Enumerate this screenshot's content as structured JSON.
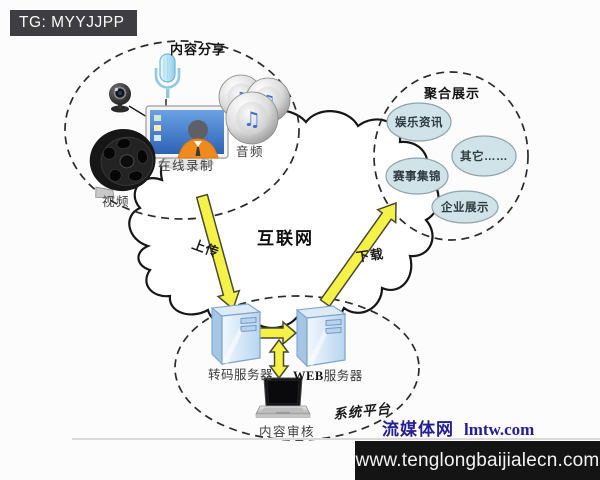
{
  "watermark": {
    "top_bar_text": "TG: MYYJJPP"
  },
  "content_share": {
    "label": "内容分享",
    "online_recording": "在线录制",
    "video": "视频",
    "audio": "音频"
  },
  "internet": {
    "label": "互联网",
    "upload": "上传",
    "download": "下载"
  },
  "aggregate": {
    "label": "聚合展示",
    "bubbles": [
      "娱乐资讯",
      "其它……",
      "赛事集锦",
      "企业展示"
    ]
  },
  "platform": {
    "label": "系统平台",
    "transcode_server": "转码服务器",
    "web_server_en": "WEB",
    "web_server_cn": "服务器",
    "content_review": "内容审核"
  },
  "footer": {
    "brand": "流媒体网",
    "brand_domain": "lmtw.com",
    "url_bar": "www.tenglongbaijialecn.com"
  },
  "icons": [
    "webcam-icon",
    "microphone-icon",
    "monitor-avatar-icon",
    "film-reel-icon",
    "audio-discs-icon",
    "server-icon",
    "laptop-icon",
    "internet-cloud",
    "upload-arrow-icon",
    "download-arrow-icon",
    "transfer-arrow-icon",
    "sync-arrow-icon"
  ],
  "colors": {
    "arrow_yellow": "#f4f148",
    "bubble_fill": "#cfe3e9",
    "server_blue": "#c2daf2",
    "brand_navy": "#241f93",
    "top_bar_gray": "#3e3e42",
    "url_bar_black": "#141414"
  }
}
